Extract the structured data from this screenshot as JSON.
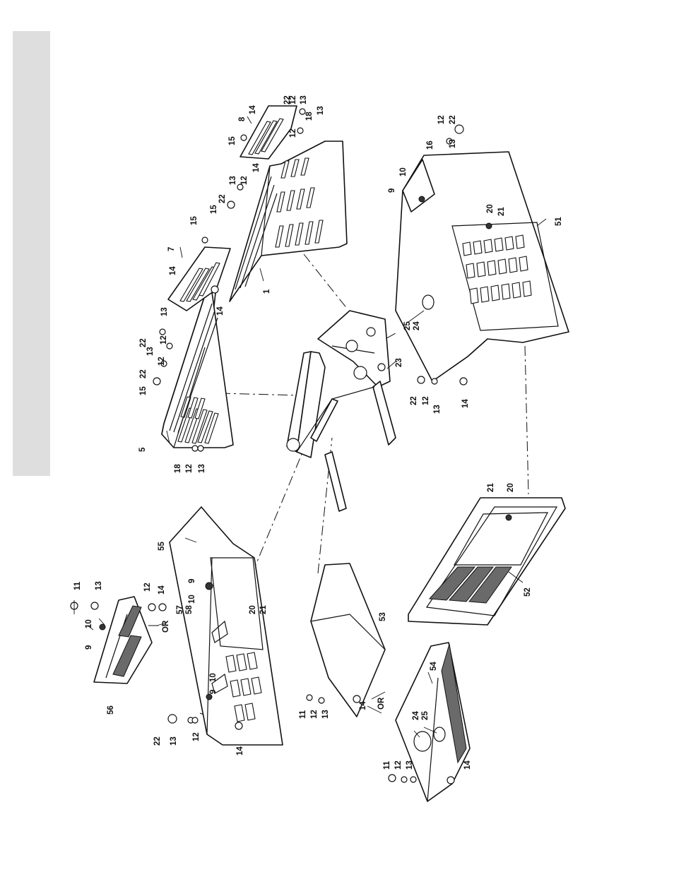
{
  "labels": [
    {
      "id": "c1",
      "text": "1"
    },
    {
      "id": "c5",
      "text": "5"
    },
    {
      "id": "c7",
      "text": "7"
    },
    {
      "id": "c8",
      "text": "8"
    },
    {
      "id": "c9a",
      "text": "9"
    },
    {
      "id": "c9b",
      "text": "9"
    },
    {
      "id": "c9c",
      "text": "9"
    },
    {
      "id": "c9d",
      "text": "9"
    },
    {
      "id": "c10a",
      "text": "10"
    },
    {
      "id": "c10b",
      "text": "10"
    },
    {
      "id": "c10c",
      "text": "10"
    },
    {
      "id": "c10d",
      "text": "10"
    },
    {
      "id": "c11a",
      "text": "11"
    },
    {
      "id": "c11b",
      "text": "11"
    },
    {
      "id": "c11c",
      "text": "11"
    },
    {
      "id": "c12a",
      "text": "12"
    },
    {
      "id": "c12b",
      "text": "12"
    },
    {
      "id": "c12c",
      "text": "12"
    },
    {
      "id": "c12d",
      "text": "12"
    },
    {
      "id": "c12e",
      "text": "12"
    },
    {
      "id": "c12f",
      "text": "12"
    },
    {
      "id": "c12g",
      "text": "12"
    },
    {
      "id": "c12h",
      "text": "12"
    },
    {
      "id": "c12i",
      "text": "12"
    },
    {
      "id": "c12j",
      "text": "12"
    },
    {
      "id": "c12k",
      "text": "12"
    },
    {
      "id": "c12l",
      "text": "12"
    },
    {
      "id": "c13a",
      "text": "13"
    },
    {
      "id": "c13b",
      "text": "13"
    },
    {
      "id": "c13c",
      "text": "13"
    },
    {
      "id": "c13d",
      "text": "13"
    },
    {
      "id": "c13e",
      "text": "13"
    },
    {
      "id": "c13f",
      "text": "13"
    },
    {
      "id": "c13g",
      "text": "13"
    },
    {
      "id": "c13h",
      "text": "13"
    },
    {
      "id": "c13i",
      "text": "13"
    },
    {
      "id": "c13j",
      "text": "13"
    },
    {
      "id": "c13k",
      "text": "13"
    },
    {
      "id": "c13l",
      "text": "13"
    },
    {
      "id": "c14a",
      "text": "14"
    },
    {
      "id": "c14b",
      "text": "14"
    },
    {
      "id": "c14c",
      "text": "14"
    },
    {
      "id": "c14d",
      "text": "14"
    },
    {
      "id": "c14e",
      "text": "14"
    },
    {
      "id": "c14f",
      "text": "14"
    },
    {
      "id": "c14g",
      "text": "14"
    },
    {
      "id": "c14h",
      "text": "14"
    },
    {
      "id": "c14i",
      "text": "14"
    },
    {
      "id": "c15a",
      "text": "15"
    },
    {
      "id": "c15b",
      "text": "15"
    },
    {
      "id": "c15c",
      "text": "15"
    },
    {
      "id": "c15d",
      "text": "15"
    },
    {
      "id": "c16",
      "text": "16"
    },
    {
      "id": "c18a",
      "text": "18"
    },
    {
      "id": "c18b",
      "text": "18"
    },
    {
      "id": "c20a",
      "text": "20"
    },
    {
      "id": "c20b",
      "text": "20"
    },
    {
      "id": "c20c",
      "text": "20"
    },
    {
      "id": "c21a",
      "text": "21"
    },
    {
      "id": "c21b",
      "text": "21"
    },
    {
      "id": "c21c",
      "text": "21"
    },
    {
      "id": "c22a",
      "text": "22"
    },
    {
      "id": "c22b",
      "text": "22"
    },
    {
      "id": "c22c",
      "text": "22"
    },
    {
      "id": "c22d",
      "text": "22"
    },
    {
      "id": "c22e",
      "text": "22"
    },
    {
      "id": "c22f",
      "text": "22"
    },
    {
      "id": "c22g",
      "text": "22"
    },
    {
      "id": "c23",
      "text": "23"
    },
    {
      "id": "c24a",
      "text": "24"
    },
    {
      "id": "c24b",
      "text": "24"
    },
    {
      "id": "c25a",
      "text": "25"
    },
    {
      "id": "c25b",
      "text": "25"
    },
    {
      "id": "c51",
      "text": "51"
    },
    {
      "id": "c52",
      "text": "52"
    },
    {
      "id": "c53",
      "text": "53"
    },
    {
      "id": "c54",
      "text": "54"
    },
    {
      "id": "c55",
      "text": "55"
    },
    {
      "id": "c56",
      "text": "56"
    },
    {
      "id": "c57",
      "text": "57"
    },
    {
      "id": "c58",
      "text": "58"
    },
    {
      "id": "cOR1",
      "text": "OR"
    },
    {
      "id": "cOR2",
      "text": "OR"
    }
  ]
}
